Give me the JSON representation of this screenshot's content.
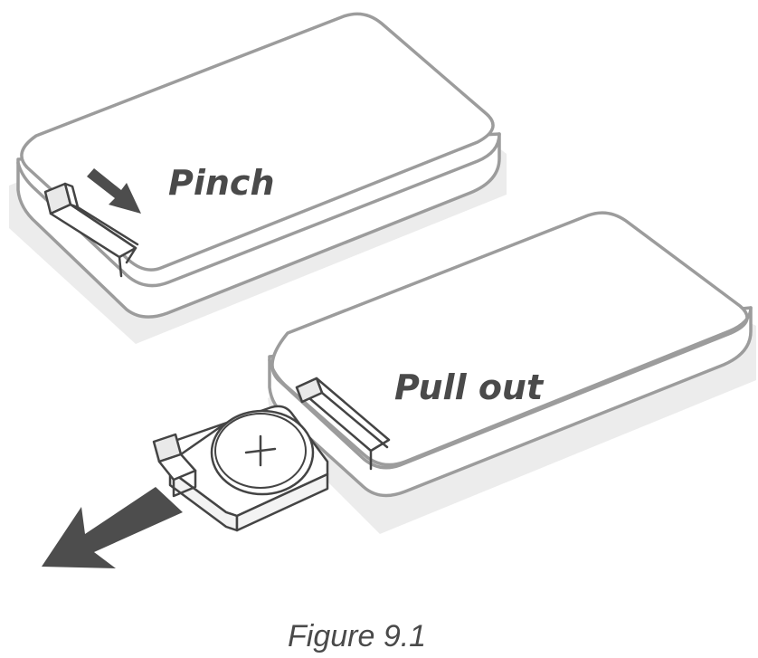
{
  "figure": {
    "caption": "Figure 9.1",
    "steps": [
      {
        "label": "Pinch"
      },
      {
        "label": "Pull out"
      }
    ],
    "colors": {
      "outline": "#9c9c9c",
      "shadow": "#ececec",
      "arrow": "#4d4d4d",
      "text": "#4a4a4a"
    }
  }
}
